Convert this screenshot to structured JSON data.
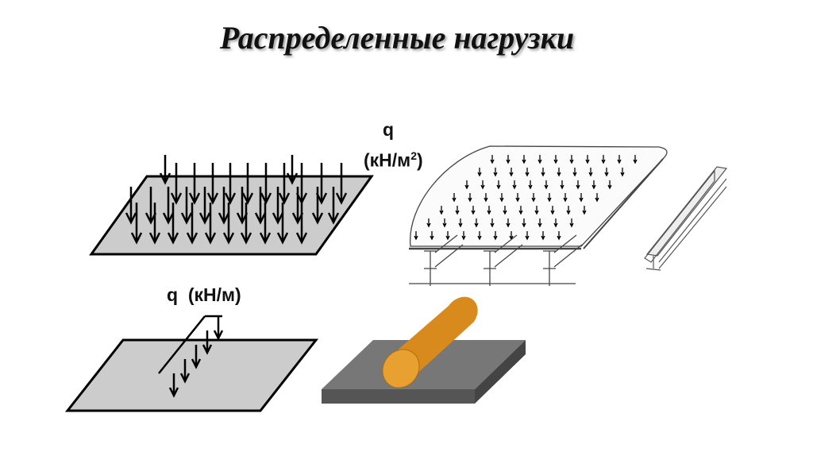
{
  "title": "Распределенные нагрузки",
  "area_load": {
    "symbol": "q",
    "unit": "(кН/м",
    "unit_exp": "2",
    "unit_close": ")"
  },
  "line_load": {
    "label": "q  (кН/м)"
  },
  "colors": {
    "plate": "#cccccc",
    "dark_plate": "#666666",
    "cylinder": "#d98a1c"
  }
}
